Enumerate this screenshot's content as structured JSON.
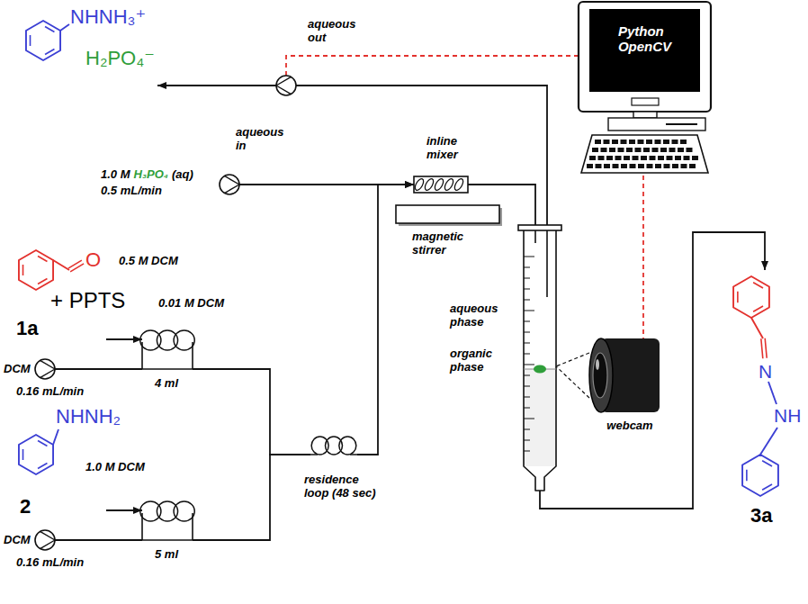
{
  "diagram": {
    "nodes": [
      {
        "text": [
          "NHNH₃⁺",
          "H₂PO₄⁻"
        ]
      },
      {
        "text": [
          "aqueous out"
        ]
      },
      {
        "text": [
          "Python OpenCV"
        ]
      },
      {
        "text": [
          "aqueous in",
          "1.0 M",
          "H₃PO₄",
          "(aq)",
          "0.5 mL/min"
        ]
      },
      {
        "text": [
          "inline mixer"
        ]
      },
      {
        "text": [
          "magnetic stirrer"
        ]
      },
      {
        "text": [
          "aqueous phase",
          "organic phase"
        ]
      },
      {
        "text": [
          "webcam"
        ]
      },
      {
        "text": [
          "O",
          "0.5 M DCM",
          "+ PPTS",
          "0.01 M DCM",
          "1a"
        ]
      },
      {
        "text": [
          "DCM",
          "0.16 mL/min"
        ]
      },
      {
        "text": [
          "4 ml"
        ]
      },
      {
        "text": [
          "NHNH₂",
          "1.0 M DCM",
          "2"
        ]
      },
      {
        "text": [
          "DCM",
          "0.16 mL/min"
        ]
      },
      {
        "text": [
          "5 ml"
        ]
      },
      {
        "text": [
          "residence loop (48 sec)"
        ]
      },
      {
        "text": [
          "N",
          "NH",
          "3a"
        ]
      }
    ],
    "edges": [
      {
        "from": 1,
        "to": 0,
        "arrow": "to"
      },
      {
        "from": 2,
        "to": 1,
        "arrow": "none"
      },
      {
        "from": 3,
        "to": 4,
        "arrow": "to"
      },
      {
        "from": 4,
        "to": 6,
        "arrow": "none"
      },
      {
        "from": 6,
        "to": 1,
        "arrow": "none"
      },
      {
        "from": 2,
        "to": 7,
        "arrow": "none"
      },
      {
        "from": 7,
        "to": 6,
        "arrow": "none"
      },
      {
        "from": 8,
        "to": 10,
        "arrow": "to"
      },
      {
        "from": 9,
        "to": 10,
        "arrow": "none"
      },
      {
        "from": 11,
        "to": 13,
        "arrow": "to"
      },
      {
        "from": 12,
        "to": 13,
        "arrow": "none"
      },
      {
        "from": 10,
        "to": 14,
        "arrow": "none"
      },
      {
        "from": 13,
        "to": 14,
        "arrow": "none"
      },
      {
        "from": 14,
        "to": 4,
        "arrow": "to"
      },
      {
        "from": 6,
        "to": 15,
        "arrow": "to"
      }
    ]
  }
}
